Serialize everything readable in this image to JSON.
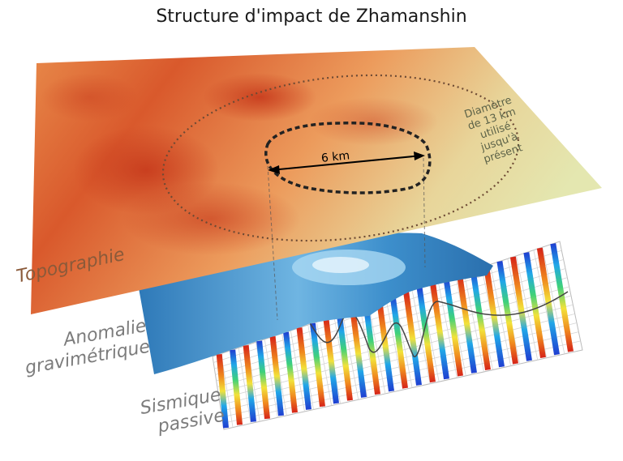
{
  "title": "Structure d'impact de Zhamanshin",
  "layers": {
    "topography": "Topographie",
    "gravity": [
      "Anomalie",
      "gravimétrique"
    ],
    "seismic": [
      "Sismique",
      "passive"
    ]
  },
  "annotations": {
    "inner_crater": "6 km",
    "outer_diameter": [
      "Diamètre",
      "de 13 km",
      "utilisé",
      "jusqu'à",
      "présent"
    ]
  },
  "colors": {
    "topo_low": "#e9e3a8",
    "topo_high": "#c9401f",
    "gravity": "#3b8fc8",
    "text_layer": "#7c7c7c",
    "text_topo": "#8a5a3a"
  }
}
